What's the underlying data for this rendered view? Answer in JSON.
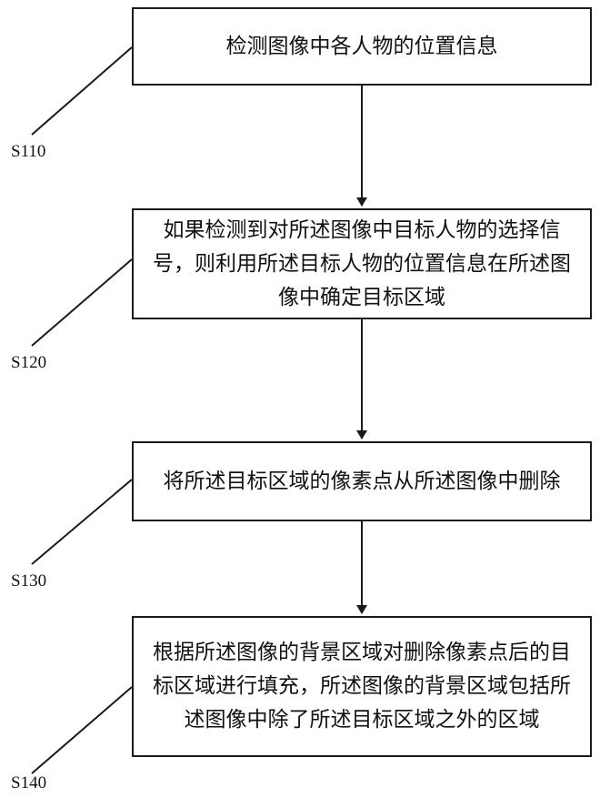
{
  "steps": [
    {
      "id": "S110",
      "text": "检测图像中各人物的位置信息"
    },
    {
      "id": "S120",
      "text": "如果检测到对所述图像中目标人物的选择信号，则利用所述目标人物的位置信息在所述图像中确定目标区域"
    },
    {
      "id": "S130",
      "text": "将所述目标区域的像素点从所述图像中删除"
    },
    {
      "id": "S140",
      "text": "根据所述图像的背景区域对删除像素点后的目标区域进行填充，所述图像的背景区域包括所述图像中除了所述目标区域之外的区域"
    }
  ]
}
